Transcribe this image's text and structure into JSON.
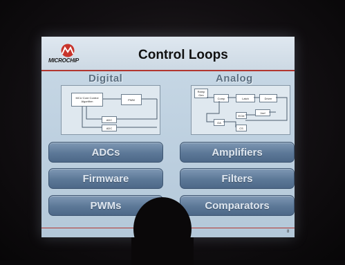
{
  "slide": {
    "logo_text": "MICROCHIP",
    "title": "Control Loops",
    "page_number": "8",
    "accent_color": "#b2362f",
    "button_color": "#5c7897"
  },
  "digital": {
    "heading": "Digital",
    "diagram": {
      "mcu_label": "MCU Core\nControl Algorithm",
      "pwm_label": "PWM",
      "adc_labels": [
        "ADC",
        "ADC"
      ]
    },
    "buttons": [
      "ADCs",
      "Firmware",
      "PWMs"
    ]
  },
  "analog": {
    "heading": "Analog",
    "diagram": {
      "ramp_label": "Ramp\nGen",
      "comp_label": "Comp",
      "latch_label": "Latch",
      "driver_label": "Driver",
      "vref_label": "Vref",
      "oa_label": "OA",
      "ecm_label": "ECM",
      "cs_label": "CS"
    },
    "buttons": [
      "Amplifiers",
      "Filters",
      "Comparators"
    ]
  }
}
